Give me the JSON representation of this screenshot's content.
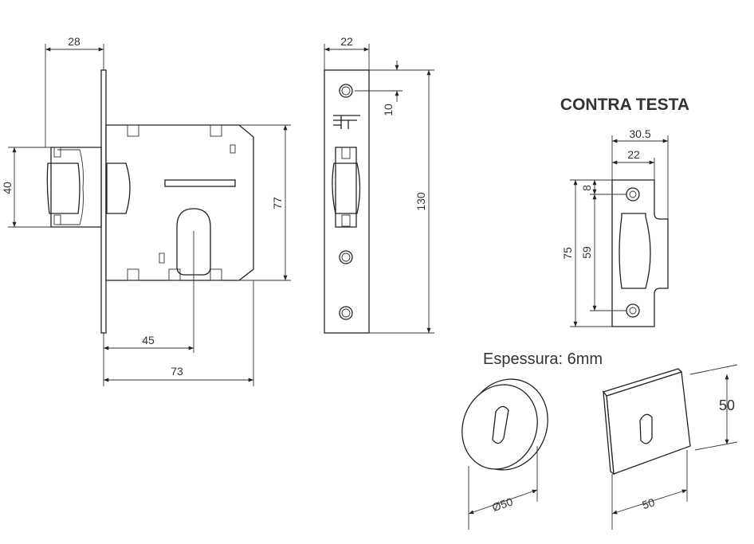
{
  "titles": {
    "contra_testa": "CONTRA TESTA",
    "espessura": "Espessura: 6mm"
  },
  "lock_body": {
    "backset_width": "28",
    "latch_height": "40",
    "center_distance": "77",
    "backset": "45",
    "body_depth": "73"
  },
  "faceplate": {
    "width": "22",
    "hole_offset": "10",
    "height": "130"
  },
  "strike_plate": {
    "outer_width": "30.5",
    "inner_width": "22",
    "hole_offset": "8",
    "height": "75",
    "hole_spacing": "59"
  },
  "escutcheons": {
    "round_diameter": "Ø50",
    "square_height": "50",
    "square_width": "50"
  }
}
